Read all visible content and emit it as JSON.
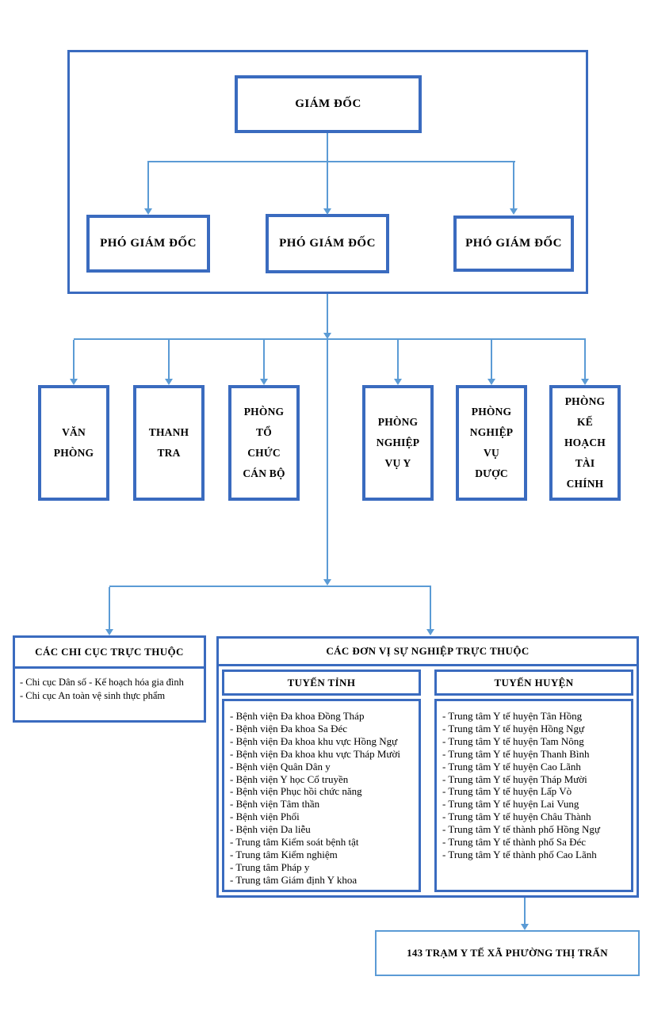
{
  "palette": {
    "box_border": "#3a6bbf",
    "connector": "#5b9bd5",
    "light_box_border": "#5b9bd5",
    "text": "#000000",
    "background": "#ffffff"
  },
  "leadership": {
    "director_label": "GIÁM ĐỐC",
    "deputies": [
      "PHÓ GIÁM ĐỐC",
      "PHÓ GIÁM ĐỐC",
      "PHÓ GIÁM ĐỐC"
    ]
  },
  "departments": [
    {
      "lines": [
        "VĂN",
        "PHÒNG"
      ]
    },
    {
      "lines": [
        "THANH",
        "TRA"
      ]
    },
    {
      "lines": [
        "PHÒNG",
        "TỔ",
        "CHỨC",
        "CÁN BỘ"
      ]
    },
    {
      "lines": [
        "PHÒNG",
        "NGHIỆP",
        "VỤ Y"
      ]
    },
    {
      "lines": [
        "PHÒNG",
        "NGHIỆP",
        "VỤ",
        "DƯỢC"
      ]
    },
    {
      "lines": [
        "PHÒNG",
        "KẾ",
        "HOẠCH",
        "TÀI",
        "CHÍNH"
      ]
    }
  ],
  "chi_cuc": {
    "title": "CÁC CHI CỤC TRỰC THUỘC",
    "items": [
      "Chi cục Dân số - Kế hoạch hóa gia đình",
      "Chi cục An toàn vệ sinh thực phẩm"
    ]
  },
  "don_vi": {
    "title": "CÁC ĐƠN VỊ SỰ NGHIỆP TRỰC THUỘC",
    "columns": [
      {
        "title": "TUYẾN TỈNH",
        "items": [
          "Bệnh viện Đa khoa Đồng Tháp",
          "Bệnh viện Đa khoa Sa Đéc",
          "Bệnh viện Đa khoa khu vực Hồng Ngự",
          "Bệnh viện Đa khoa khu vực Tháp Mười",
          "Bệnh viện Quân Dân y",
          "Bệnh viện Y học Cổ truyền",
          "Bệnh viện Phục hồi chức năng",
          "Bệnh viện Tâm thần",
          "Bệnh viện Phổi",
          "Bệnh viện Da liễu",
          "Trung tâm Kiểm soát bệnh tật",
          "Trung tâm Kiểm nghiệm",
          "Trung tâm Pháp y",
          "Trung tâm Giám định Y khoa"
        ]
      },
      {
        "title": "TUYẾN HUYỆN",
        "items": [
          "Trung tâm Y tế huyện Tân Hồng",
          "Trung tâm Y tế huyện Hồng Ngự",
          "Trung tâm Y tế huyện Tam Nông",
          "Trung tâm Y tế huyện Thanh Bình",
          "Trung tâm Y tế huyện Cao Lãnh",
          "Trung tâm Y tế huyện Tháp Mười",
          "Trung tâm Y tế huyện Lấp Vò",
          "Trung tâm Y tế huyện Lai Vung",
          "Trung tâm Y tế huyện Châu Thành",
          "Trung tâm Y tế thành phố Hồng Ngự",
          "Trung tâm Y tế thành phố Sa Đéc",
          "Trung tâm Y tế thành phố Cao Lãnh"
        ]
      }
    ]
  },
  "tram": {
    "label": "143 TRẠM Y TẾ XÃ PHƯỜNG THỊ TRẤN"
  },
  "list_item_prefix": "- "
}
